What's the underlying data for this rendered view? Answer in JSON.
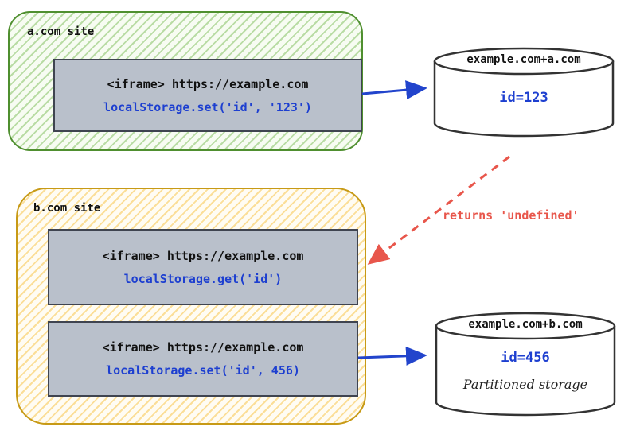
{
  "a_site": {
    "label": "a.com site",
    "iframe": {
      "title": "<iframe> https://example.com",
      "code": "localStorage.set('id', '123')"
    }
  },
  "b_site": {
    "label": "b.com site",
    "iframe_get": {
      "title": "<iframe> https://example.com",
      "code": "localStorage.get('id')"
    },
    "iframe_set": {
      "title": "<iframe> https://example.com",
      "code": "localStorage.set('id', 456)"
    }
  },
  "storage_a": {
    "label": "example.com+a.com",
    "value": "id=123"
  },
  "storage_b": {
    "label": "example.com+b.com",
    "value": "id=456",
    "note": "Partitioned storage"
  },
  "arrows": {
    "returns_label": "returns 'undefined'"
  },
  "colors": {
    "code_blue": "#1d3fd0",
    "arrow_blue": "#2244cc",
    "error_red": "#e8564b",
    "site_a_green": "#4f8f2f",
    "site_b_orange": "#c79a16",
    "iframe_gray": "#b9c0cb"
  }
}
